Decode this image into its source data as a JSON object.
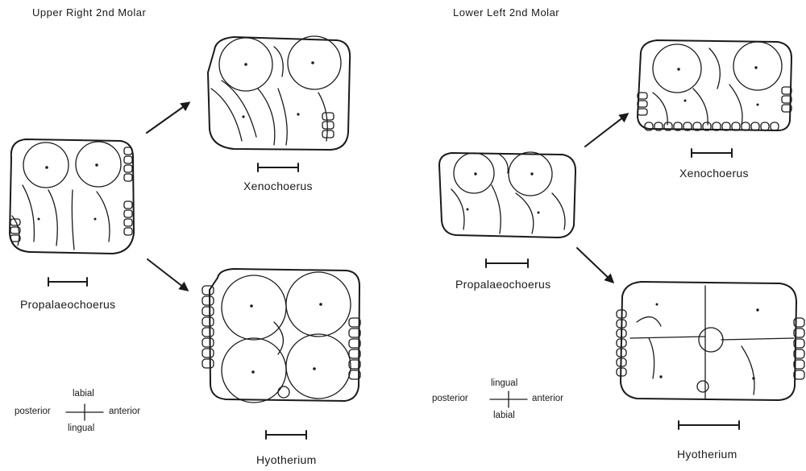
{
  "upper": {
    "title": "Upper Right 2nd Molar",
    "ancestor": "Propalaeochoerus",
    "descendant_top": "Xenochoerus",
    "descendant_bottom": "Hyotherium",
    "orientation": {
      "top": "labial",
      "bottom": "lingual",
      "left": "posterior",
      "right": "anterior"
    }
  },
  "lower": {
    "title": "Lower Left 2nd Molar",
    "ancestor": "Propalaeochoerus",
    "descendant_top": "Xenochoerus",
    "descendant_bottom": "Hyotherium",
    "orientation": {
      "top": "lingual",
      "bottom": "labial",
      "left": "posterior",
      "right": "anterior"
    }
  },
  "colors": {
    "ink": "#1a1a1a",
    "background": "#ffffff"
  }
}
